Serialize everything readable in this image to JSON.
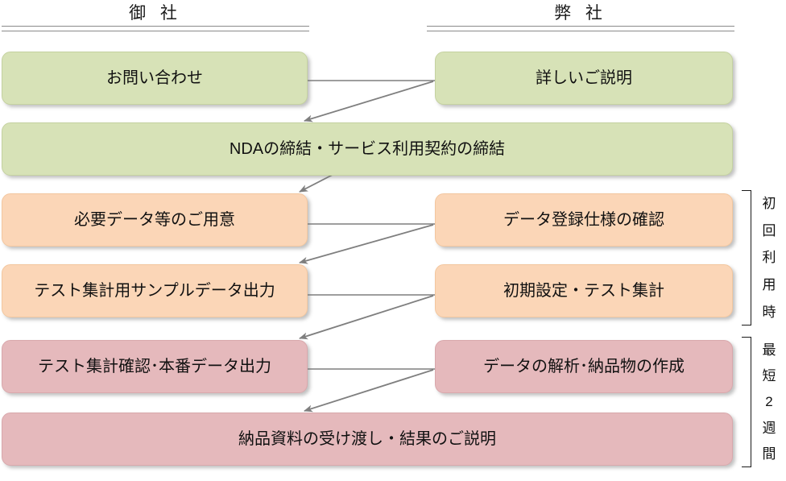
{
  "columns": {
    "left_header": "御 社",
    "right_header": "弊 社"
  },
  "colors": {
    "green": "#d7e2b7",
    "orange": "#fbd6b7",
    "pink": "#e5b9bc",
    "connector": "#7f7f7f",
    "rule": "#8a8a8a",
    "bracket": "#1a1a1a"
  },
  "boxes": {
    "r1_left": "お問い合わせ",
    "r1_right": "詳しいご説明",
    "r2_full": "NDAの締結・サービス利用契約の締結",
    "r3_left": "必要データ等のご用意",
    "r3_right": "データ登録仕様の確認",
    "r4_left": "テスト集計用サンプルデータ出力",
    "r4_right": "初期設定・テスト集計",
    "r5_left": "テスト集計確認･本番データ出力",
    "r5_right": "データの解析･納品物の作成",
    "r6_full": "納品資料の受け渡し・結果のご説明"
  },
  "brackets": [
    {
      "id": "first-use",
      "label": "初回利用時",
      "chars": [
        "初",
        "回",
        "利",
        "用",
        "時"
      ]
    },
    {
      "id": "minimum-duration",
      "label": "最短2週間",
      "chars": [
        "最",
        "短",
        "2",
        "週",
        "間"
      ]
    }
  ]
}
